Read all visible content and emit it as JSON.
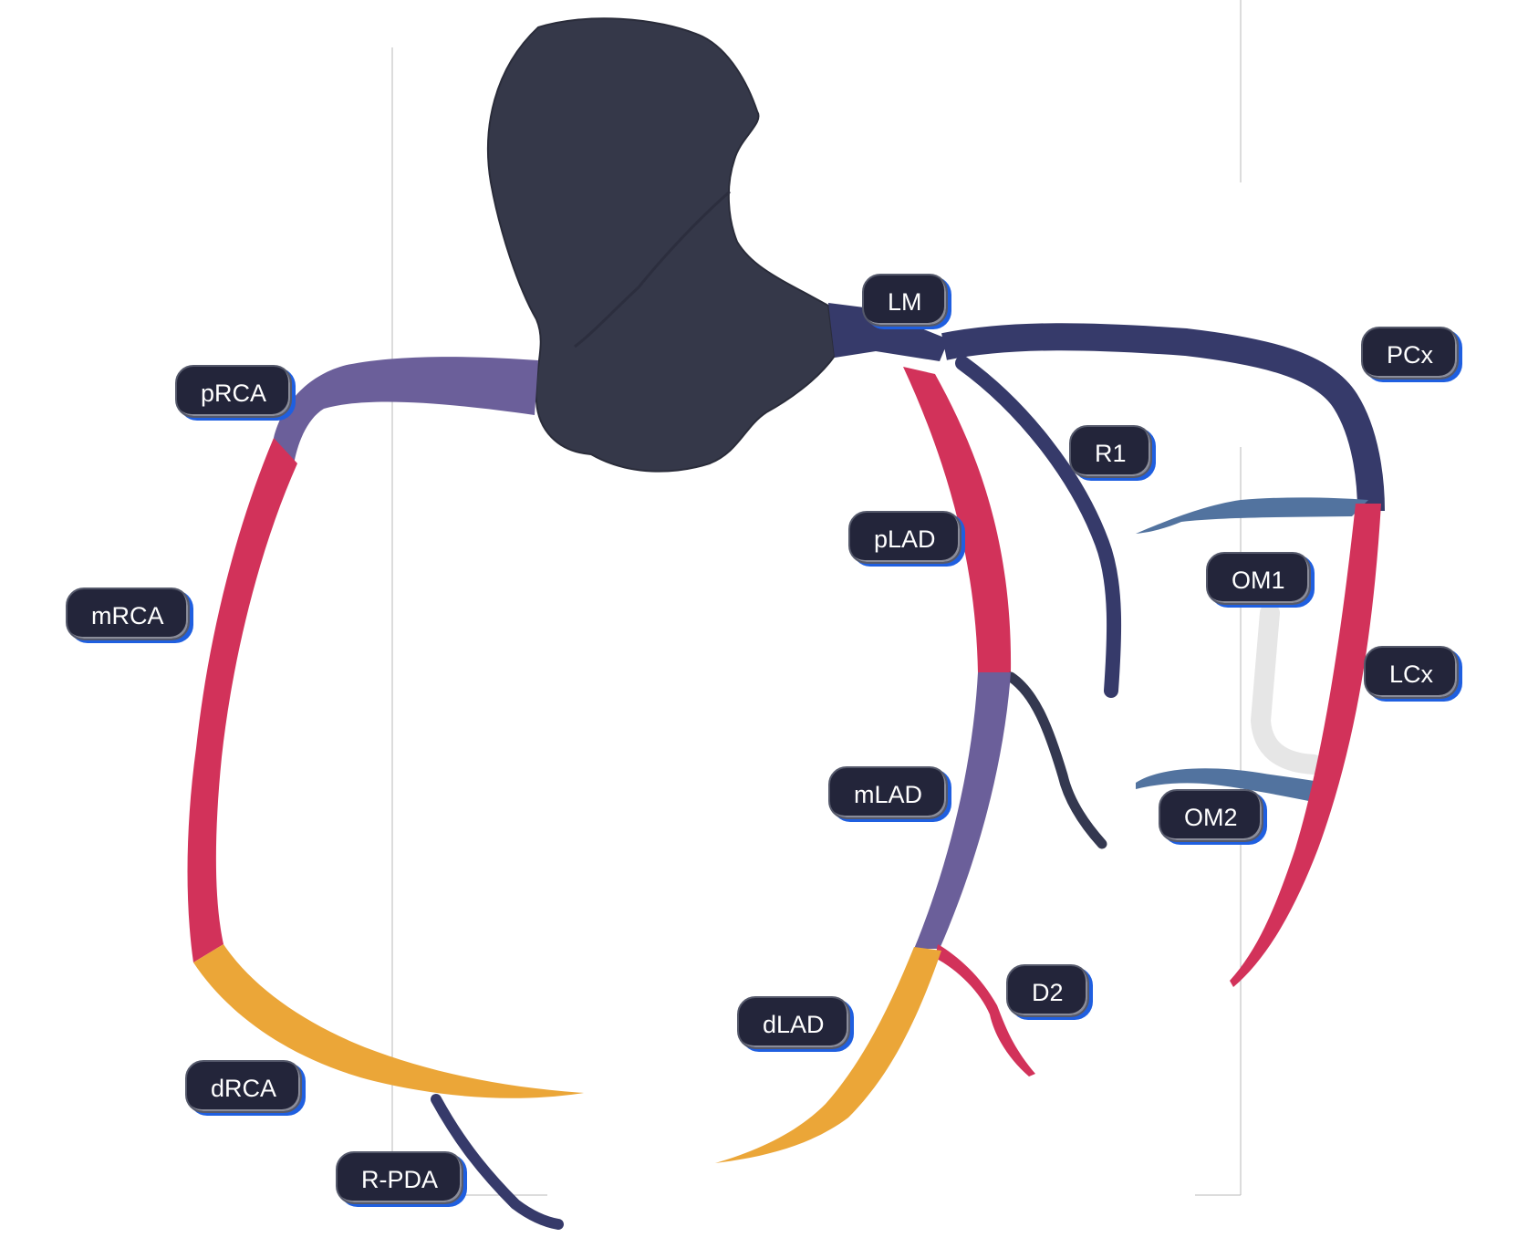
{
  "colors": {
    "aorta": "#353849",
    "navy_vessel": "#363a6a",
    "proximal": "#6b5f9a",
    "mid": "#d2325a",
    "distal": "#eba638",
    "branch_dark": "#343850",
    "branch_light": "#52739f",
    "label_bg": "#23253a",
    "label_accent": "#1f5fe0"
  },
  "labels": {
    "lm": "LM",
    "pcx": "PCx",
    "prca": "pRCA",
    "r1": "R1",
    "plad": "pLAD",
    "om1": "OM1",
    "mrca": "mRCA",
    "lcx": "LCx",
    "mlad": "mLAD",
    "om2": "OM2",
    "d2": "D2",
    "dlad": "dLAD",
    "drca": "dRCA",
    "rpda": "R-PDA"
  }
}
